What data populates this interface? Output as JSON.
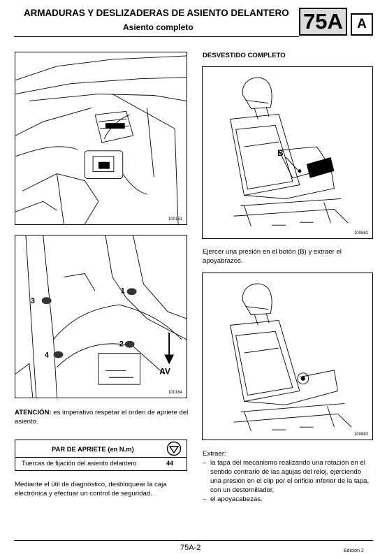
{
  "header": {
    "title": "ARMADURAS Y DESLIZADERAS DE ASIENTO DELANTERO",
    "subtitle": "Asiento completo",
    "section_code": "75A",
    "section_letter": "A"
  },
  "figures": {
    "top_left": {
      "number": "100151"
    },
    "mid_left": {
      "number": "100164",
      "labels": [
        "1",
        "2",
        "3",
        "4",
        "AV"
      ]
    },
    "top_right": {
      "number": "100862",
      "label": "B"
    },
    "bottom_right": {
      "number": "100863"
    }
  },
  "left_column": {
    "attention_label": "ATENCIÓN:",
    "attention_text": " es imperativo respetar el orden de apriete del asiento.",
    "torque_table": {
      "header": "PAR DE APRIETE (en N.m)",
      "icon": "torque-wrench-icon",
      "row_label": "Tuercas de fijación del asiento delantero",
      "row_value": "44"
    },
    "diagnostic_text": "Mediante el útil de diagnóstico, desbloquear la caja electrónica y efectuar un control de seguridad."
  },
  "right_column": {
    "title": "DESVESTIDO COMPLETO",
    "armrest_text": "Ejercer una presión en el botón (B) y extraer el apoyabrazos.",
    "extract_label": "Extraer:",
    "extract_items": [
      "la tapa del mecanismo realizando una rotación en el sentido contrario de las agujas del reloj, ejerciendo una presión en el clip por el orificio inferior de la tapa, con un destornillador,",
      "el apoyacabezas."
    ]
  },
  "footer": {
    "page": "75A-2",
    "edition": "Edición 2"
  }
}
